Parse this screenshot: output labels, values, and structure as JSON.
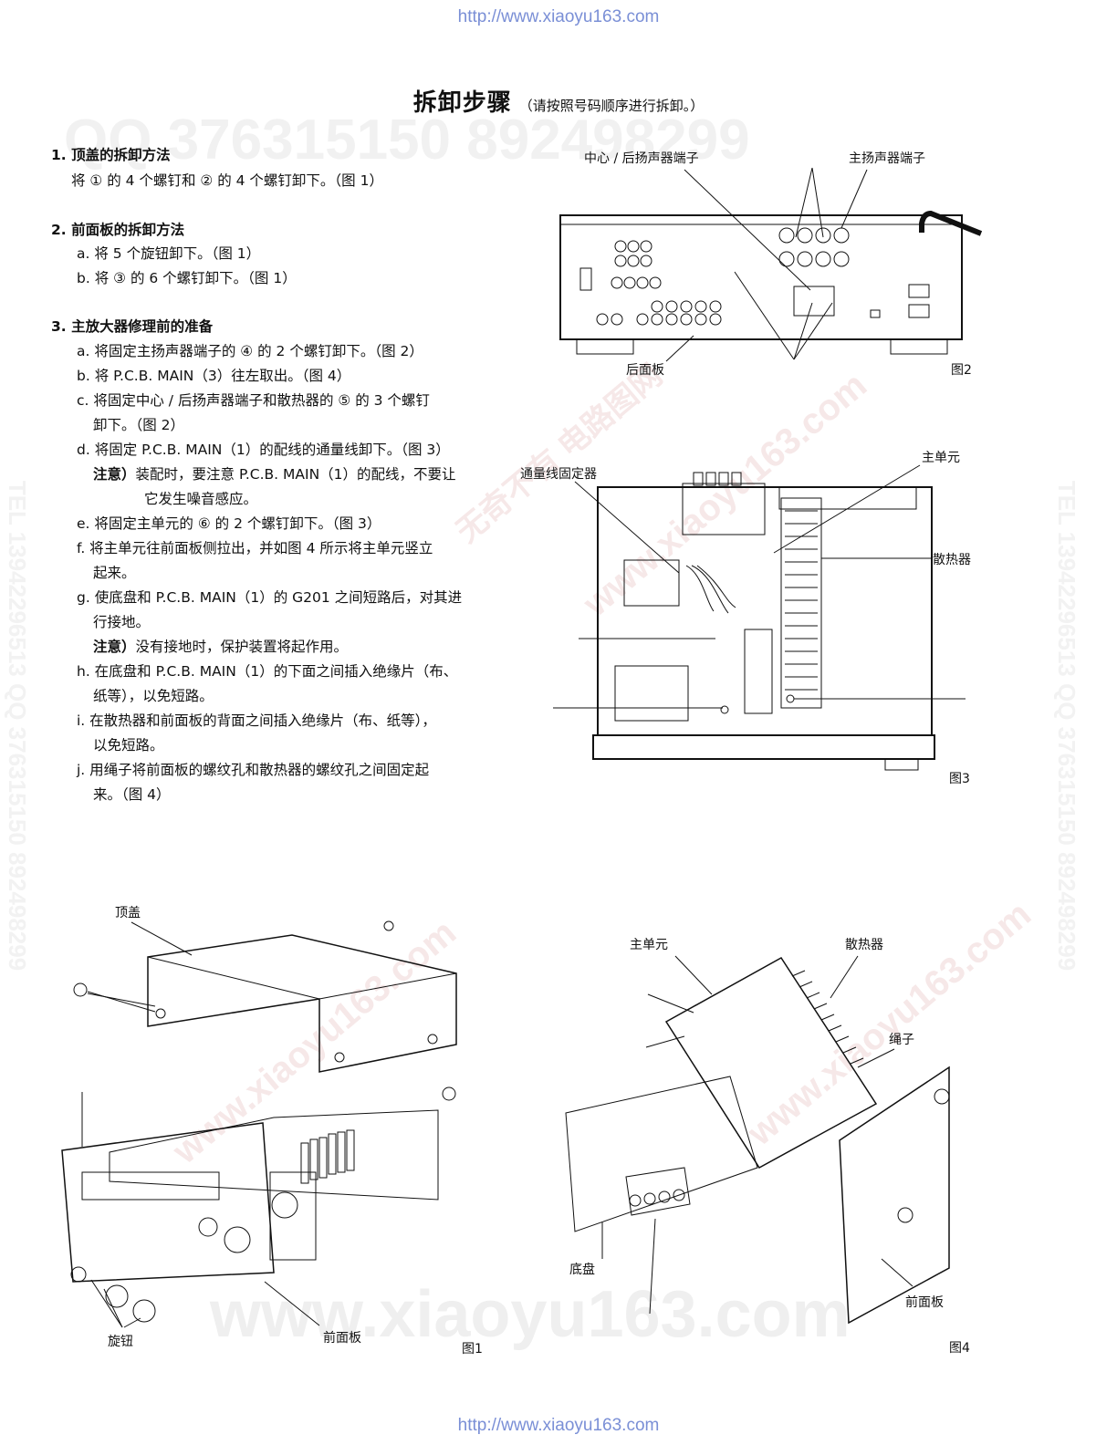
{
  "header_url": "http://www.xiaoyu163.com",
  "footer_url": "http://www.xiaoyu163.com",
  "watermarks": {
    "top_numbers": "QQ 376315150  892498299",
    "diag1": "无奇不有  电路图网",
    "diag2": "www.xiaoyu163.com",
    "bottom": "www.xiaoyu163.com",
    "side": "TEL 13942296513  QQ 376315150  892498299"
  },
  "title": "拆卸步骤",
  "subtitle": "（请按照号码顺序进行拆卸。）",
  "sections": {
    "s1": {
      "heading": "1. 顶盖的拆卸方法",
      "line1": "将 ① 的 4 个螺钉和 ② 的 4 个螺钉卸下。（图 1）"
    },
    "s2": {
      "heading": "2. 前面板的拆卸方法",
      "a": "a. 将 5 个旋钮卸下。（图 1）",
      "b": "b. 将 ③ 的 6 个螺钉卸下。（图 1）"
    },
    "s3": {
      "heading": "3. 主放大器修理前的准备",
      "a": "a. 将固定主扬声器端子的 ④ 的 2 个螺钉卸下。（图 2）",
      "b": "b. 将 P.C.B. MAIN（3）往左取出。（图 4）",
      "c1": "c. 将固定中心 / 后扬声器端子和散热器的 ⑤ 的 3 个螺钉",
      "c2": "卸下。（图 2）",
      "d": "d. 将固定 P.C.B. MAIN（1）的配线的通量线卸下。（图 3）",
      "note1_label": "注意）",
      "note1_a": "装配时，要注意 P.C.B. MAIN（1）的配线，不要让",
      "note1_b": "它发生噪音感应。",
      "e": "e. 将固定主单元的 ⑥ 的 2 个螺钉卸下。（图 3）",
      "f1": "f. 将主单元往前面板侧拉出，并如图 4 所示将主单元竖立",
      "f2": "起来。",
      "g1": "g. 使底盘和 P.C.B. MAIN（1）的 G201 之间短路后，对其进",
      "g2": "行接地。",
      "note2_label": "注意）",
      "note2": "没有接地时，保护装置将起作用。",
      "h1": "h. 在底盘和 P.C.B. MAIN（1）的下面之间插入绝缘片（布、",
      "h2": "纸等），以免短路。",
      "i1": "i. 在散热器和前面板的背面之间插入绝缘片（布、纸等），",
      "i2": "以免短路。",
      "j1": "j. 用绳子将前面板的螺纹孔和散热器的螺纹孔之间固定起",
      "j2": "来。（图 4）"
    }
  },
  "fig1": {
    "caption": "图1",
    "top_cover": "顶盖",
    "knob": "旋钮",
    "front_panel": "前面板"
  },
  "fig2": {
    "caption": "图2",
    "center_rear_terminal": "中心 / 后扬声器端子",
    "main_terminal": "主扬声器端子",
    "rear_panel": "后面板"
  },
  "fig3": {
    "caption": "图3",
    "flux_wire_holder": "通量线固定器",
    "main_unit": "主单元",
    "heatsink": "散热器"
  },
  "fig4": {
    "caption": "图4",
    "main_unit": "主单元",
    "heatsink": "散热器",
    "rope": "绳子",
    "chassis": "底盘",
    "front_panel": "前面板"
  }
}
